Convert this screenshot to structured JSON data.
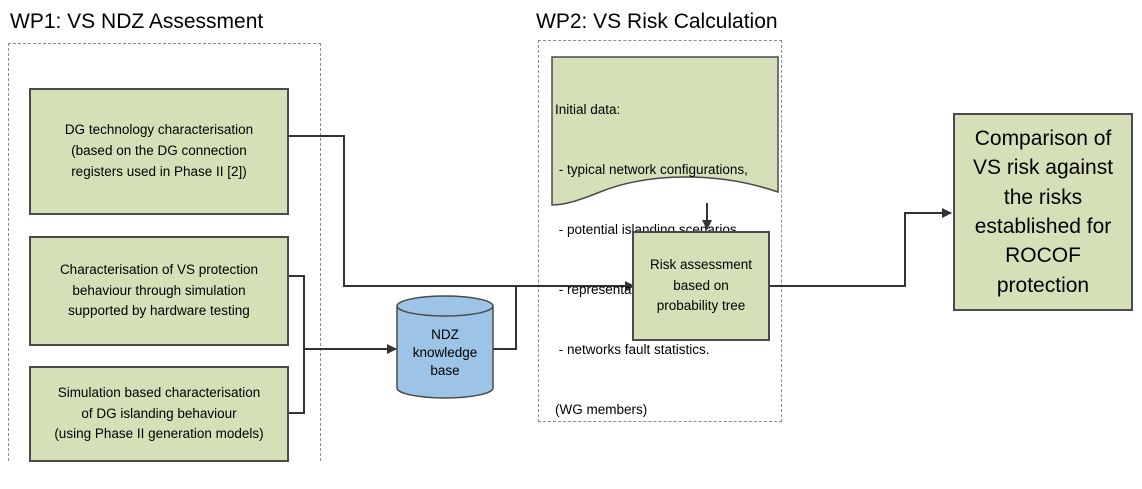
{
  "titles": {
    "wp1": "WP1: VS NDZ Assessment",
    "wp2": "WP2: VS Risk Calculation"
  },
  "boxes": {
    "dg_tech": [
      "DG technology characterisation",
      "(based on the DG connection",
      "registers used in Phase II [2])"
    ],
    "vs_protection": [
      "Characterisation of VS protection",
      "behaviour through simulation",
      "supported by hardware testing"
    ],
    "simulation": [
      "Simulation based characterisation",
      "of DG islanding behaviour",
      "(using Phase II generation models)"
    ],
    "risk": [
      "Risk assessment",
      "based on",
      "probability tree"
    ],
    "comparison": [
      "Comparison of",
      "VS risk against",
      "the risks",
      "established for",
      "ROCOF",
      "protection"
    ]
  },
  "cylinder": [
    "NDZ",
    "knowledge",
    "base"
  ],
  "initial_data": [
    "Initial data:",
    " - typical network configurations,",
    " - potential islanding scenarios,",
    " - representative load profiles,",
    " - networks fault statistics.",
    "(WG members)"
  ],
  "colors": {
    "box_fill": "#d6e0b8",
    "cylinder_fill": "#9dc3e6",
    "border": "#4a4a4a"
  }
}
